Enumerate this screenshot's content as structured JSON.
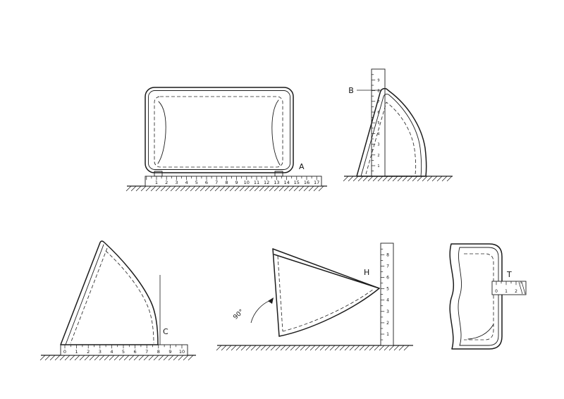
{
  "figure": {
    "labels": {
      "a": "A",
      "b": "B",
      "c": "C",
      "h": "H",
      "t": "T"
    },
    "angle_annotation": "90°",
    "rulers": {
      "a": {
        "numbers": [
          "1",
          "2",
          "3",
          "4",
          "5",
          "6",
          "7",
          "8",
          "9",
          "10",
          "11",
          "12",
          "13",
          "14",
          "15",
          "16",
          "17"
        ]
      },
      "b": {
        "numbers": [
          "1",
          "2",
          "3",
          "4",
          "5",
          "6",
          "7",
          "8",
          "9"
        ]
      },
      "c": {
        "numbers": [
          "0",
          "1",
          "2",
          "3",
          "4",
          "5",
          "6",
          "7",
          "8",
          "9",
          "10"
        ]
      },
      "h": {
        "numbers": [
          "1",
          "2",
          "3",
          "4",
          "5",
          "6",
          "7",
          "8"
        ]
      },
      "t": {
        "numbers": [
          "0",
          "1",
          "2"
        ]
      }
    },
    "colors": {
      "ink": "#1c1c1c",
      "background": "#ffffff"
    }
  }
}
